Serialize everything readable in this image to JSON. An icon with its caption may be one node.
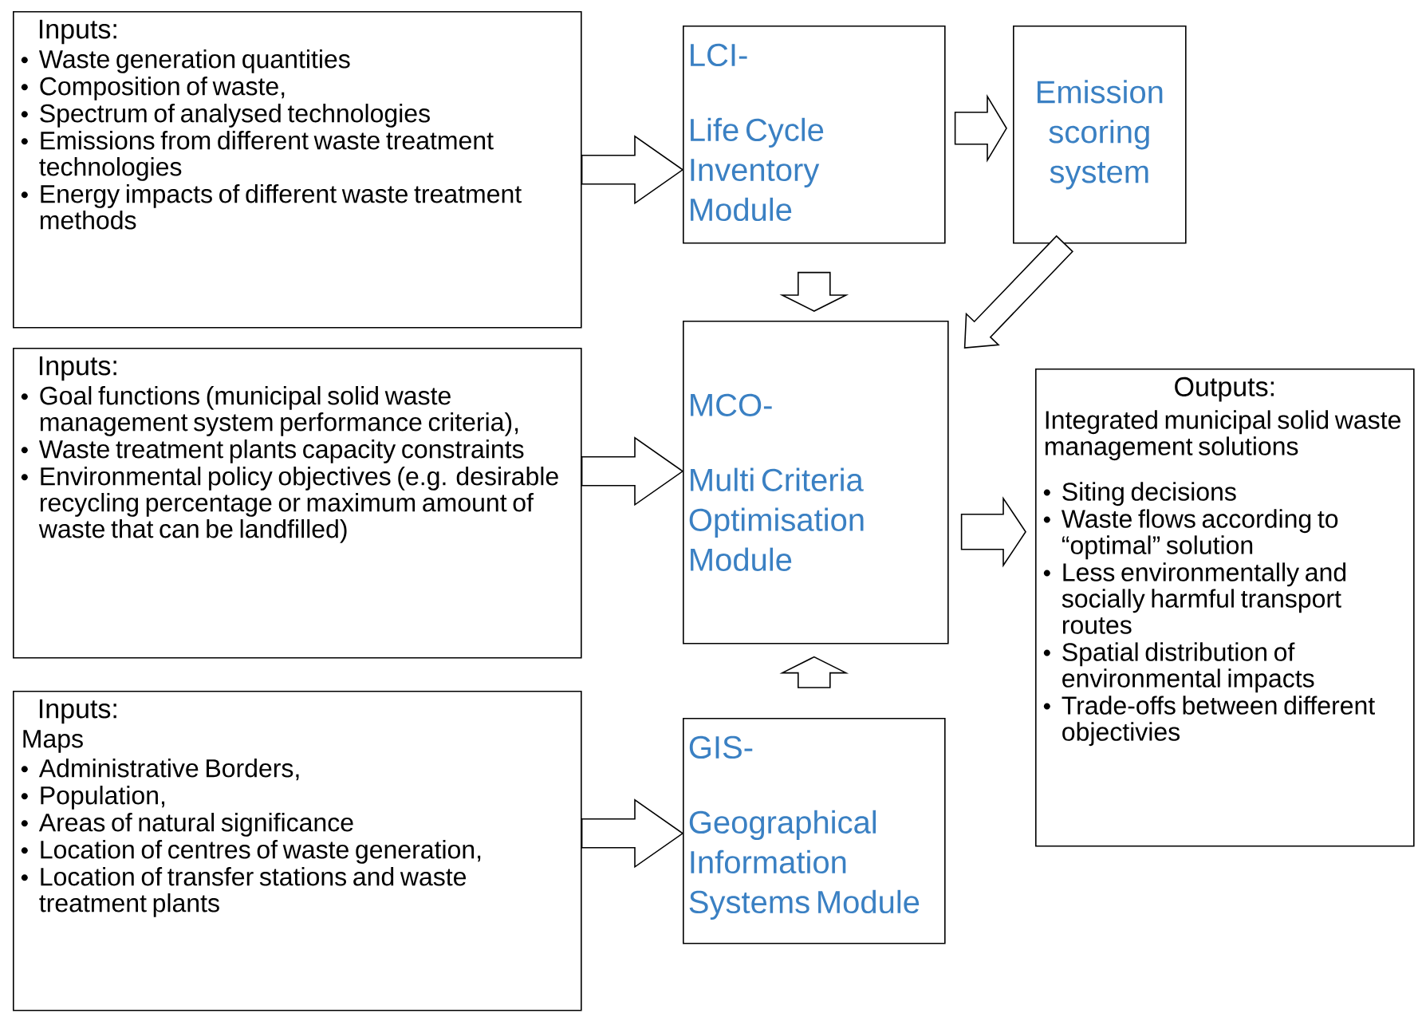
{
  "diagram": {
    "nodes": [
      {
        "text": [
          "Inputs:",
          "Waste generation quantities",
          "Composition of waste,",
          "Spectrum of analysed technologies",
          "Emissions from different waste treatment technologies",
          "Energy impacts of different waste treatment methods"
        ]
      },
      {
        "text": [
          "LCI-",
          "Life Cycle Inventory Module"
        ]
      },
      {
        "text": [
          "Emission scoring system"
        ]
      },
      {
        "text": [
          "Inputs:",
          "Goal functions (municipal solid waste management system performance criteria),",
          "Waste treatment plants capacity constraints",
          "Environmental policy objectives (e.g. desirable recycling percentage or maximum amount of waste that can be landfilled)"
        ]
      },
      {
        "text": [
          "MCO-",
          "Multi Criteria Optimisation Module"
        ]
      },
      {
        "text": [
          "Outputs:",
          "Integrated municipal solid waste management solutions",
          "Siting decisions",
          "Waste flows according to “optimal” solution",
          "Less environmentally and socially harmful transport routes",
          "Spatial distribution of environmental impacts",
          "Trade-offs between different objectivies"
        ]
      },
      {
        "text": [
          "Inputs:",
          "Maps",
          "Administrative Borders,",
          "Population,",
          "Areas of natural significance",
          "Location of centres of waste generation,",
          "Location of transfer stations and waste treatment plants"
        ]
      },
      {
        "text": [
          "GIS-",
          "Geographical Information Systems Module"
        ]
      }
    ],
    "edges": [
      {
        "from": 0,
        "to": 1,
        "arrow": "to"
      },
      {
        "from": 1,
        "to": 2,
        "arrow": "to"
      },
      {
        "from": 1,
        "to": 4,
        "arrow": "to"
      },
      {
        "from": 2,
        "to": 4,
        "arrow": "to"
      },
      {
        "from": 3,
        "to": 4,
        "arrow": "to"
      },
      {
        "from": 6,
        "to": 7,
        "arrow": "to"
      },
      {
        "from": 7,
        "to": 4,
        "arrow": "to"
      },
      {
        "from": 4,
        "to": 5,
        "arrow": "to"
      }
    ]
  }
}
